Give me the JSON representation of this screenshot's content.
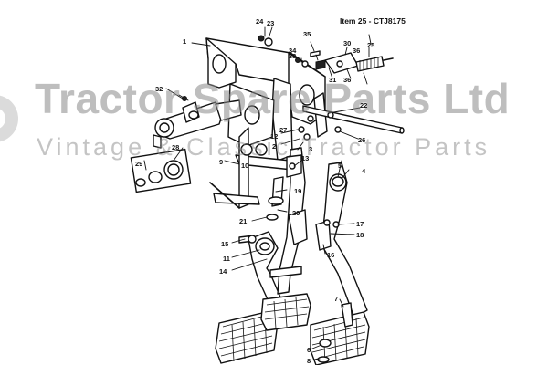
{
  "item_reference": "Item 25 - CTJ8175",
  "watermark": {
    "title": "Tractor Spare Parts Ltd",
    "subtitle": "Vintage & Classic Tractor Parts"
  },
  "callouts": {
    "c1": "1",
    "c2": "2",
    "c3": "3",
    "c4": "4",
    "c5": "5",
    "c6": "6",
    "c7": "7",
    "c8": "8",
    "c10": "10",
    "c11": "11",
    "c12": "12",
    "c13": "13",
    "c14": "14",
    "c15": "15",
    "c16": "16",
    "c17": "17",
    "c18": "18",
    "c19": "19",
    "c20": "20",
    "c21": "21",
    "c22": "22",
    "c23": "23",
    "c24": "24",
    "c25": "25",
    "c26": "26",
    "c27": "27",
    "c28": "28",
    "c29": "29",
    "c30": "30",
    "c31": "31",
    "c32": "32",
    "c33": "33",
    "c34": "34",
    "c35": "35",
    "c36a": "36",
    "c36b": "36",
    "c9": "9"
  }
}
